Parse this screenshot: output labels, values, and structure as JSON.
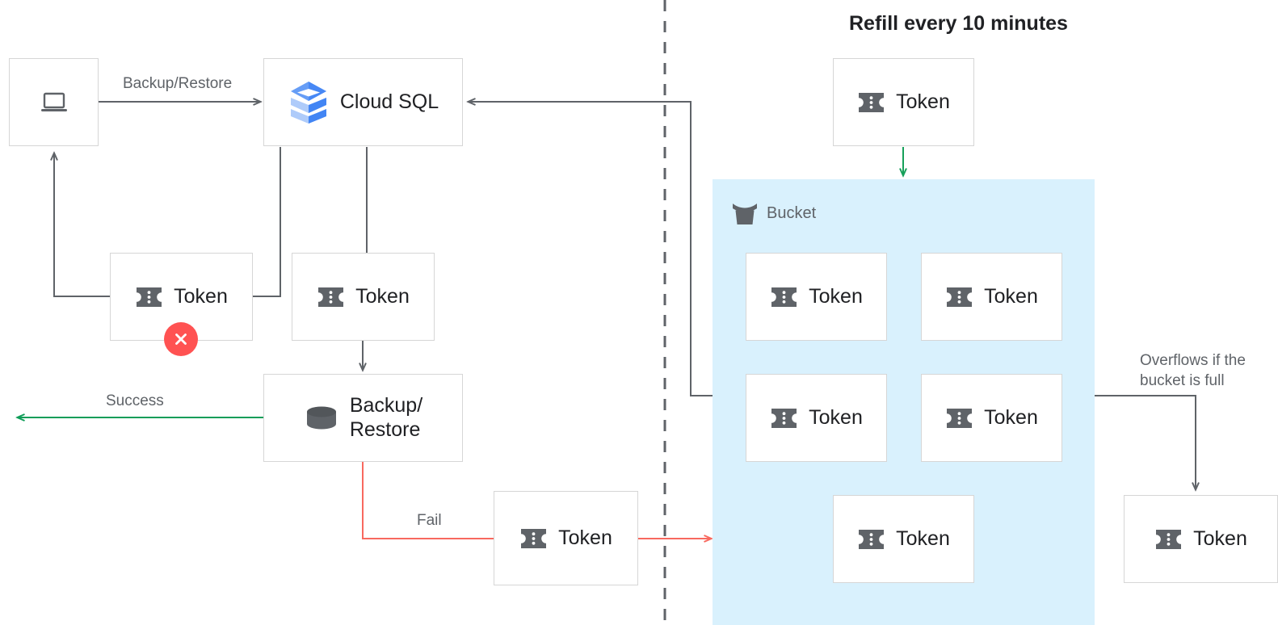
{
  "diagram": {
    "title": "Refill every 10 minutes",
    "colors": {
      "bucket_fill": "#d9f1fd",
      "edge_default": "#5f6368",
      "edge_success": "#0f9d58",
      "edge_fail": "#f8695f",
      "refill_arrow": "#17a05a",
      "error_badge": "#ff5252",
      "node_border": "#d6d6d6",
      "label_text": "#5f6368",
      "cloudsql_blue_dark": "#4285f4",
      "cloudsql_blue_mid": "#669df6",
      "cloudsql_blue_light": "#aecbfa"
    },
    "nodes": {
      "client": {
        "label": "",
        "icon": "laptop-icon"
      },
      "cloud_sql": {
        "label": "Cloud SQL",
        "icon": "cloud-sql-icon"
      },
      "token_client": {
        "label": "Token",
        "icon": "token-icon",
        "status": "error"
      },
      "token_sql": {
        "label": "Token",
        "icon": "token-icon"
      },
      "backup_restore": {
        "label": "Backup/\nRestore",
        "icon": "database-icon"
      },
      "token_fail": {
        "label": "Token",
        "icon": "token-icon"
      },
      "token_refill": {
        "label": "Token",
        "icon": "token-icon"
      },
      "token_overflow": {
        "label": "Token",
        "icon": "token-icon"
      }
    },
    "bucket": {
      "label": "Bucket",
      "icon": "bucket-icon",
      "tokens": [
        {
          "label": "Token",
          "icon": "token-icon"
        },
        {
          "label": "Token",
          "icon": "token-icon"
        },
        {
          "label": "Token",
          "icon": "token-icon"
        },
        {
          "label": "Token",
          "icon": "token-icon"
        },
        {
          "label": "Token",
          "icon": "token-icon"
        }
      ]
    },
    "edge_labels": {
      "backup_restore": "Backup/Restore",
      "success": "Success",
      "fail": "Fail",
      "overflow": "Overflows if the\nbucket is full"
    }
  }
}
